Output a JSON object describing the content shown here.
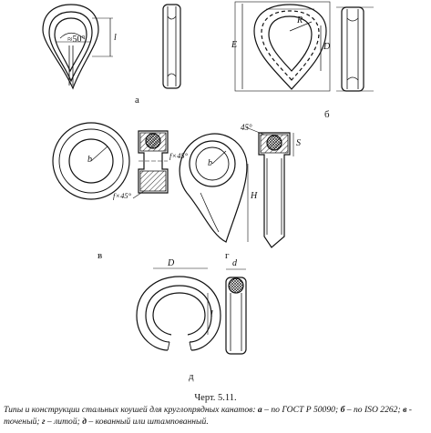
{
  "panels": {
    "a": {
      "letter": "а",
      "angle": "≈50°",
      "dim_l": "l"
    },
    "b": {
      "letter": "б",
      "dim_e": "E",
      "dim_d": "D",
      "dim_r": "R"
    },
    "v": {
      "letter": "в",
      "dim_b": "b",
      "chamfer_top": "f×45°",
      "chamfer_bottom": "f×45°"
    },
    "g": {
      "letter": "г",
      "angle": "45°",
      "dim_s": "S",
      "dim_h": "H",
      "dim_b": "b"
    },
    "d": {
      "letter": "д",
      "dim_D": "D",
      "dim_d": "d",
      "dim_l": "l"
    }
  },
  "caption": {
    "title": "Черт. 5.11.",
    "intro": "Типы и конструкции стальных коушей для круглопрядных канатов:",
    "items": [
      {
        "key": "а",
        "text": "– по ГОСТ Р 50090;"
      },
      {
        "key": "б",
        "text": "– по ISO 2262;"
      },
      {
        "key": "в",
        "text": "- точеный;"
      },
      {
        "key": "г",
        "text": "– литой;"
      },
      {
        "key": "д",
        "text": "– кованный или штампованный."
      }
    ]
  }
}
